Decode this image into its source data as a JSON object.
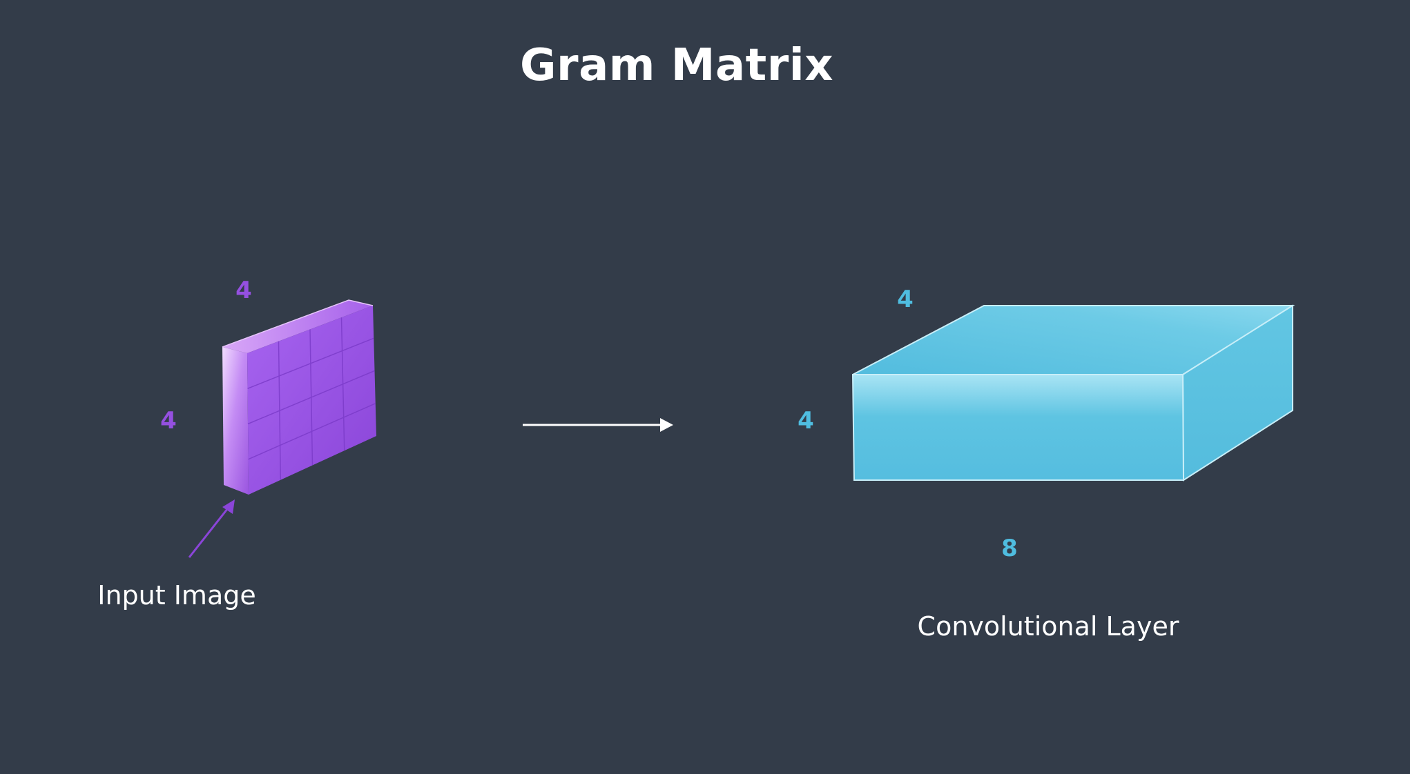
{
  "title": "Gram Matrix",
  "input_image": {
    "label": "Input Image",
    "width_dim": "4",
    "height_dim": "4",
    "color": "#9550e0"
  },
  "conv_layer": {
    "label": "Convolutional Layer",
    "depth_dim": "4",
    "height_dim": "4",
    "width_dim": "8",
    "color": "#4fbde0"
  },
  "colors": {
    "background": "#333c49",
    "text": "#ffffff"
  }
}
